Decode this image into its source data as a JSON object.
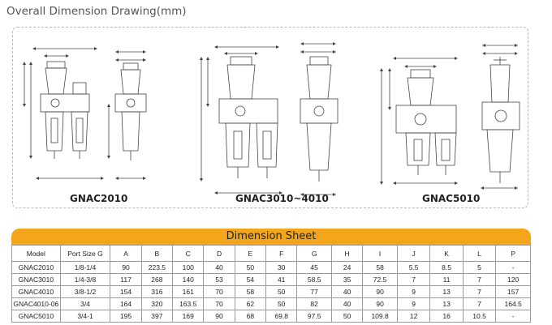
{
  "title": "Overall Dimension Drawing(mm)",
  "drawings": [
    {
      "model_label": "GNAC2010"
    },
    {
      "model_label": "GNAC3010~4010"
    },
    {
      "model_label": "GNAC5010"
    }
  ],
  "dimension_letters": [
    "A",
    "B",
    "C",
    "D",
    "E",
    "F",
    "G",
    "H",
    "I",
    "J",
    "K",
    "L",
    "P"
  ],
  "sheet": {
    "title": "Dimension Sheet",
    "columns": [
      "Model",
      "Port Size G",
      "A",
      "B",
      "C",
      "D",
      "E",
      "F",
      "G",
      "H",
      "I",
      "J",
      "K",
      "L",
      "P"
    ],
    "rows": [
      [
        "GNAC2010",
        "1/8-1/4",
        "90",
        "223.5",
        "100",
        "40",
        "50",
        "30",
        "45",
        "24",
        "58",
        "5.5",
        "8.5",
        "5",
        "-"
      ],
      [
        "GNAC3010",
        "1/4-3/8",
        "117",
        "268",
        "140",
        "53",
        "54",
        "41",
        "58.5",
        "35",
        "72.5",
        "7",
        "11",
        "7",
        "120"
      ],
      [
        "GNAC4010",
        "3/8-1/2",
        "154",
        "316",
        "161",
        "70",
        "58",
        "50",
        "77",
        "40",
        "90",
        "9",
        "13",
        "7",
        "157"
      ],
      [
        "GNAC4010-06",
        "3/4",
        "164",
        "320",
        "163.5",
        "70",
        "62",
        "50",
        "82",
        "40",
        "90",
        "9",
        "13",
        "7",
        "164.5"
      ],
      [
        "GNAC5010",
        "3/4-1",
        "195",
        "397",
        "169",
        "90",
        "68",
        "69.8",
        "97.5",
        "50",
        "109.8",
        "12",
        "16",
        "10.5",
        "-"
      ]
    ]
  },
  "colors": {
    "header_band": "#f3a51b",
    "line": "#444444",
    "border": "#9a9a9a"
  }
}
